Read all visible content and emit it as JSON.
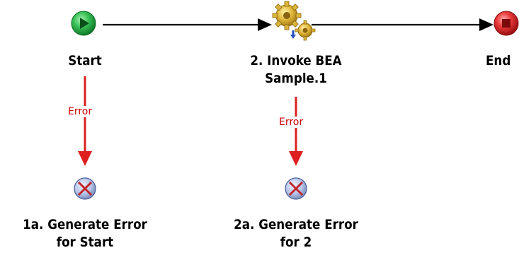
{
  "diagram": {
    "nodes": {
      "start": {
        "label": "Start",
        "icon": "play-icon",
        "color": "#22b04a"
      },
      "invoke": {
        "label_line1": "2. Invoke BEA",
        "label_line2": "Sample.1",
        "icon": "gears-icon",
        "color": "#d9b43a"
      },
      "end": {
        "label": "End",
        "icon": "stop-icon",
        "color": "#e0282e"
      },
      "error_start": {
        "label_line1": "1a. Generate Error",
        "label_line2": "for Start",
        "icon": "error-cross-icon"
      },
      "error_invoke": {
        "label_line1": "2a. Generate Error",
        "label_line2": "for 2",
        "icon": "error-cross-icon"
      }
    },
    "edges": {
      "error_label_1": "Error",
      "error_label_2": "Error"
    },
    "colors": {
      "flow_line": "#000000",
      "error_line": "#dd1f1f",
      "error_text": "#cc0000",
      "error_icon_fill": "#b8c6e8",
      "error_icon_cross": "#c0272d"
    }
  }
}
